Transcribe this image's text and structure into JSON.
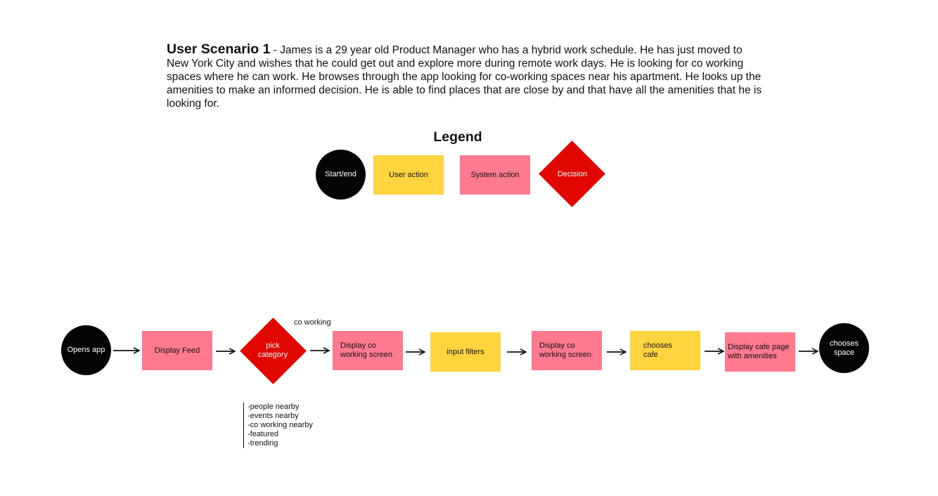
{
  "scenario": {
    "title": "User Scenario 1",
    "separator": " - ",
    "text": "James is a 29 year old Product Manager who has a hybrid work schedule. He has just moved to New York City and wishes that he could get out and explore more during remote work days. He is looking for co working spaces where he can work. He browses through the app looking for co-working spaces near his apartment. He looks up the amenities to make an informed decision. He is able to find places that are close by and that have all the amenities that he is looking for."
  },
  "legend": {
    "title": "Legend",
    "start_end": "Start/end",
    "user_action": "User action",
    "system_action": "System action",
    "decision": "Decision"
  },
  "flow": {
    "opens_app": "Opens app",
    "display_feed": "Display Feed",
    "pick_category": "pick category",
    "branch_label": "co working",
    "display_co_working_1": "Display co working screen",
    "input_filters": "input filters",
    "display_co_working_2": "Display co working screen",
    "chooses_cafe": "chooses cafe",
    "display_cafe_page": "Display cafe page with amenities",
    "chooses_space": "chooses space",
    "category_options": [
      "-people nearby",
      "-events nearby",
      "-co working nearby",
      "-featured",
      "-trending"
    ]
  },
  "colors": {
    "start_end": "#050505",
    "user_action": "#ffd43f",
    "system_action": "#ff7a8f",
    "decision": "#e10600"
  }
}
